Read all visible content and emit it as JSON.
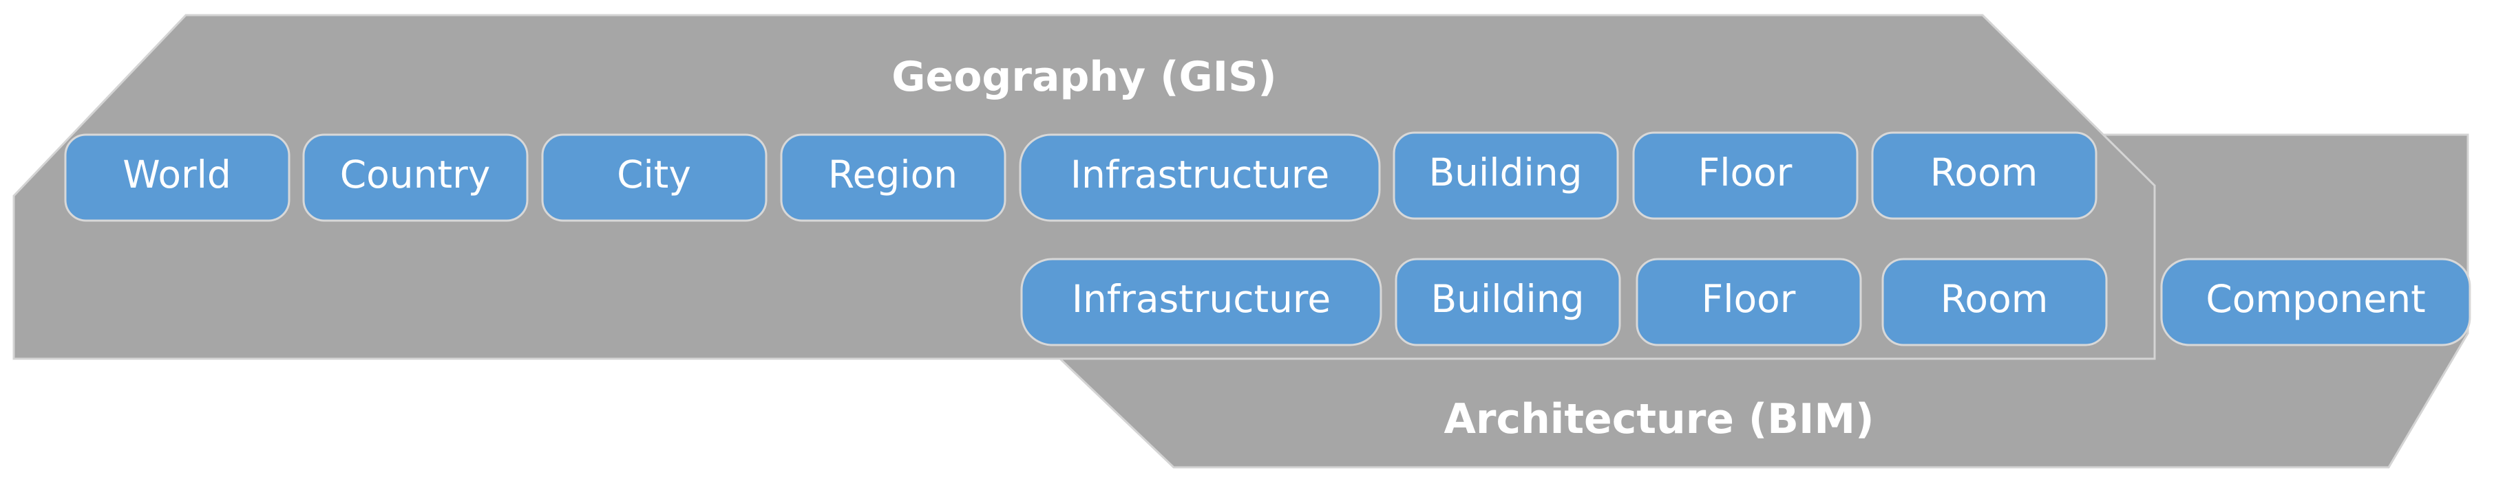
{
  "gis": {
    "title": "Geography (GIS)",
    "items": [
      "World",
      "Country",
      "City",
      "Region",
      "Infrastructure",
      "Building",
      "Floor",
      "Room"
    ]
  },
  "bim": {
    "title": "Architecture (BIM)",
    "items": [
      "Infrastructure",
      "Building",
      "Floor",
      "Room",
      "Component"
    ]
  },
  "colors": {
    "band_fill": "#a6a6a6",
    "band_border": "#d4d4d4",
    "box_fill": "#5b9bd5",
    "box_border": "#d8d8d8",
    "text": "#ffffff"
  }
}
